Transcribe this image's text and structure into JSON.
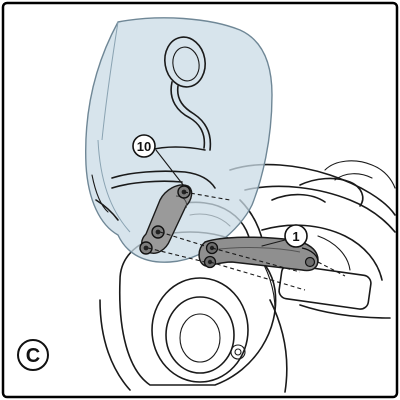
{
  "panel": {
    "letter": "C"
  },
  "callouts": [
    {
      "id": "part-10",
      "label": "10"
    },
    {
      "id": "part-1",
      "label": "1"
    }
  ],
  "colors": {
    "frame": "#000000",
    "windscreen_fill": "#c9dbe6",
    "windscreen_stroke": "#6f8796",
    "bracket_fill": "#8f8f8f",
    "line": "#1a1a1a"
  }
}
